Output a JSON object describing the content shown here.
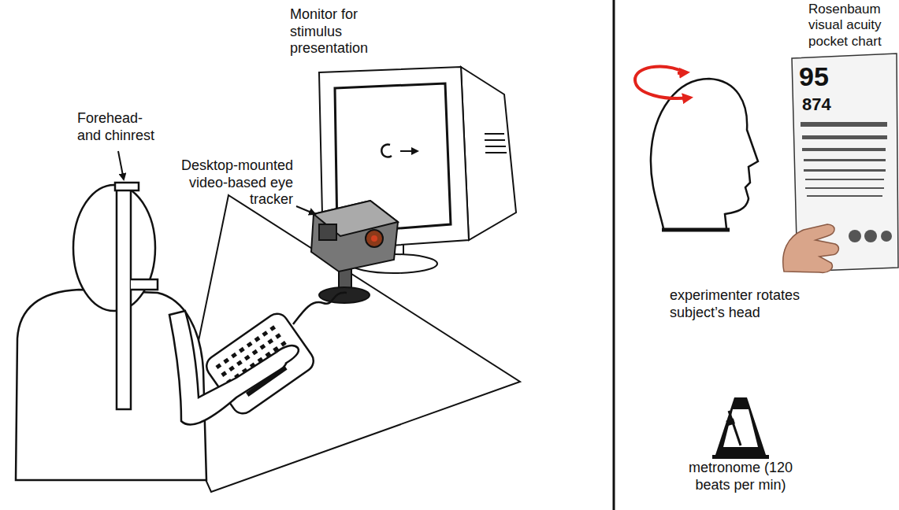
{
  "diagram": {
    "labels": [
      "Monitor for stimulus presentation",
      "Forehead- and chinrest",
      "Desktop-mounted video-based eye tracker",
      "Rosenbaum visual acuity pocket chart",
      "95",
      "874",
      "experimenter rotates subject’s head",
      "metronome (120 beats per min)"
    ]
  }
}
